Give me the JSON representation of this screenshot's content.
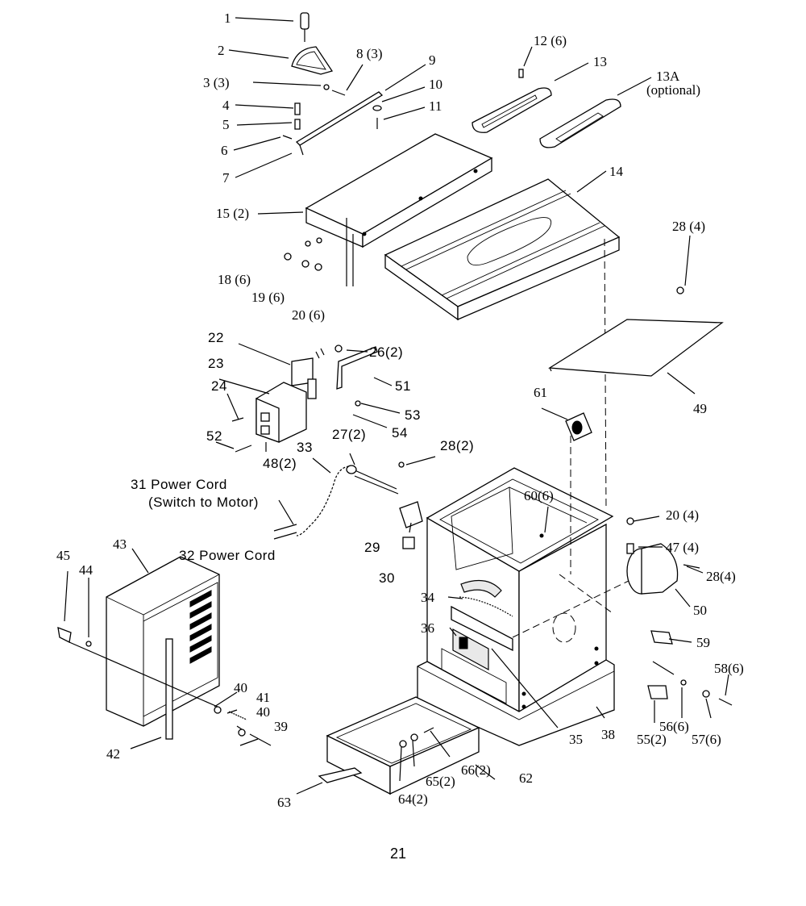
{
  "labels": {
    "l1": "1",
    "l2": "2",
    "l3": "3 (3)",
    "l4": "4",
    "l5": "5",
    "l6": "6",
    "l7": "7",
    "l8": "8 (3)",
    "l9": "9",
    "l10": "10",
    "l11": "11",
    "l12": "12 (6)",
    "l13": "13",
    "l13a": "13A",
    "l13a_note": "(optional)",
    "l14": "14",
    "l15": "15 (2)",
    "l18": "18 (6)",
    "l19": "19 (6)",
    "l20a": "20 (6)",
    "l22": "22",
    "l23": "23",
    "l24": "24",
    "l26": "26(2)",
    "l51": "51",
    "l53": "53",
    "l54": "54",
    "l52": "52",
    "l48": "48(2)",
    "l33": "33",
    "l27": "27(2)",
    "l28b": "28(2)",
    "l28a": "28 (4)",
    "l49": "49",
    "l61": "61",
    "l31": "31 Power Cord",
    "l31b": "(Switch to Motor)",
    "l32": "32 Power Cord",
    "l29": "29",
    "l30": "30",
    "l60": "60(6)",
    "l20b": "20 (4)",
    "l47": "47 (4)",
    "l28c": "28(4)",
    "l50": "50",
    "l34": "34",
    "l36": "36",
    "l59": "59",
    "l45": "45",
    "l44": "44",
    "l43": "43",
    "l40a": "40",
    "l41": "41",
    "l40b": "40",
    "l39": "39",
    "l42": "42",
    "l58": "58(6)",
    "l56": "56(6)",
    "l57": "57(6)",
    "l55": "55(2)",
    "l35": "35",
    "l38": "38",
    "l62": "62",
    "l66": "66(2)",
    "l65": "65(2)",
    "l64": "64(2)",
    "l63": "63"
  },
  "page_number": "21"
}
